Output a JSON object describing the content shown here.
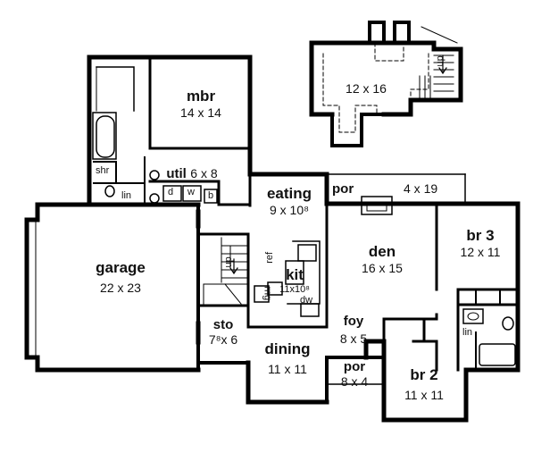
{
  "rooms": {
    "mbr": {
      "name": "mbr",
      "size": "14 x 14"
    },
    "util": {
      "name": "util",
      "size": "6 x 8"
    },
    "eating": {
      "name": "eating",
      "size": "9 x 10⁸"
    },
    "por_rear": {
      "name": "por",
      "size": "4 x 19"
    },
    "loft": {
      "size": "12 x 16"
    },
    "den": {
      "name": "den",
      "size": "16 x 15"
    },
    "br3": {
      "name": "br 3",
      "size": "12 x 11"
    },
    "garage": {
      "name": "garage",
      "size": "22 x 23"
    },
    "kit": {
      "name": "kit",
      "size": "11x10⁸"
    },
    "sto": {
      "name": "sto",
      "size": "7⁸x 6"
    },
    "dining": {
      "name": "dining",
      "size": "11 x 11"
    },
    "foy": {
      "name": "foy",
      "size": "8 x 5"
    },
    "por_front": {
      "name": "por",
      "size": "8 x 4"
    },
    "br2": {
      "name": "br 2",
      "size": "11 x 11"
    }
  },
  "fixtures": {
    "shr": "shr",
    "lin_master": "lin",
    "lin_hall": "lin",
    "dryer": "d",
    "washer": "w",
    "b": "b",
    "ref": "ref",
    "dw": "dw",
    "rng": "rng",
    "up_main": "up",
    "up_loft": "up"
  }
}
